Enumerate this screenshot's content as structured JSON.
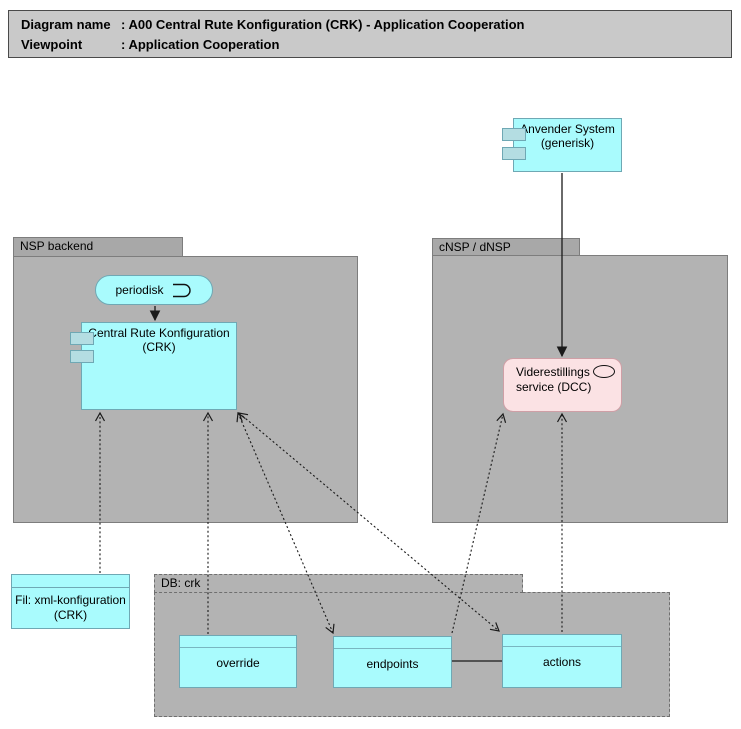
{
  "header": {
    "line1_label": "Diagram name",
    "line1_value": ": A00 Central Rute Konfiguration (CRK) - Application Cooperation",
    "line2_label": "Viewpoint",
    "line2_value": ": Application Cooperation"
  },
  "packages": {
    "nsp": {
      "label": "NSP backend"
    },
    "cnsp": {
      "label": "cNSP / dNSP"
    },
    "db": {
      "label": "DB: crk"
    }
  },
  "nodes": {
    "anvender": {
      "label": "Anvender System (generisk)",
      "icon": "component-icon"
    },
    "periodisk": {
      "label": "periodisk",
      "icon": "event-icon"
    },
    "crk": {
      "label": "Central Rute Konfiguration (CRK)",
      "icon": "component-icon"
    },
    "dcc": {
      "label": "Viderestillings service (DCC)",
      "icon": "service-icon"
    },
    "fil": {
      "label": "Fil: xml-konfiguration (CRK)"
    }
  },
  "tables": [
    {
      "label": "override"
    },
    {
      "label": "endpoints"
    },
    {
      "label": "actions"
    }
  ],
  "colors": {
    "node_fill": "#a9fbfd",
    "node_border": "#6fa8b4",
    "service_fill": "#fbe2e4",
    "service_border": "#cf9fa6",
    "package_fill": "#b3b3b3",
    "package_tab_fill": "#a8a8a8",
    "titlebar_fill": "#c9c9c9",
    "connector_color": "#1a1a1a"
  }
}
